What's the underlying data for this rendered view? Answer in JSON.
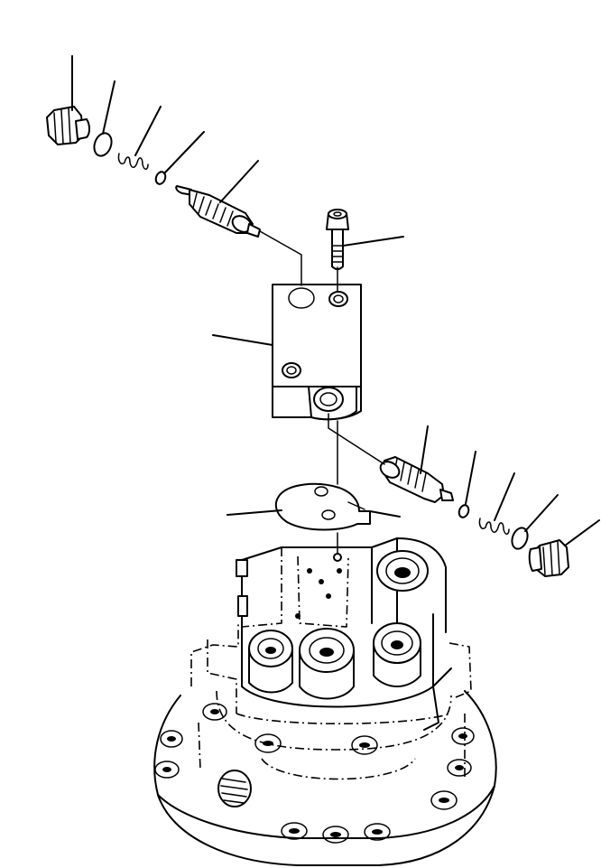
{
  "diagram": {
    "type": "exploded-parts-drawing",
    "style": "black line art on white",
    "parts": [
      "plug-upper",
      "o-ring-upper",
      "spring-upper",
      "small-ring-upper",
      "valve-spool-upper",
      "mounting-bolt",
      "valve-block",
      "gasket-plate",
      "valve-spool-lower",
      "small-ring-lower",
      "spring-lower",
      "o-ring-lower",
      "plug-lower",
      "motor-housing"
    ],
    "leader_line_count": 13,
    "callout_labels_printed": false
  }
}
